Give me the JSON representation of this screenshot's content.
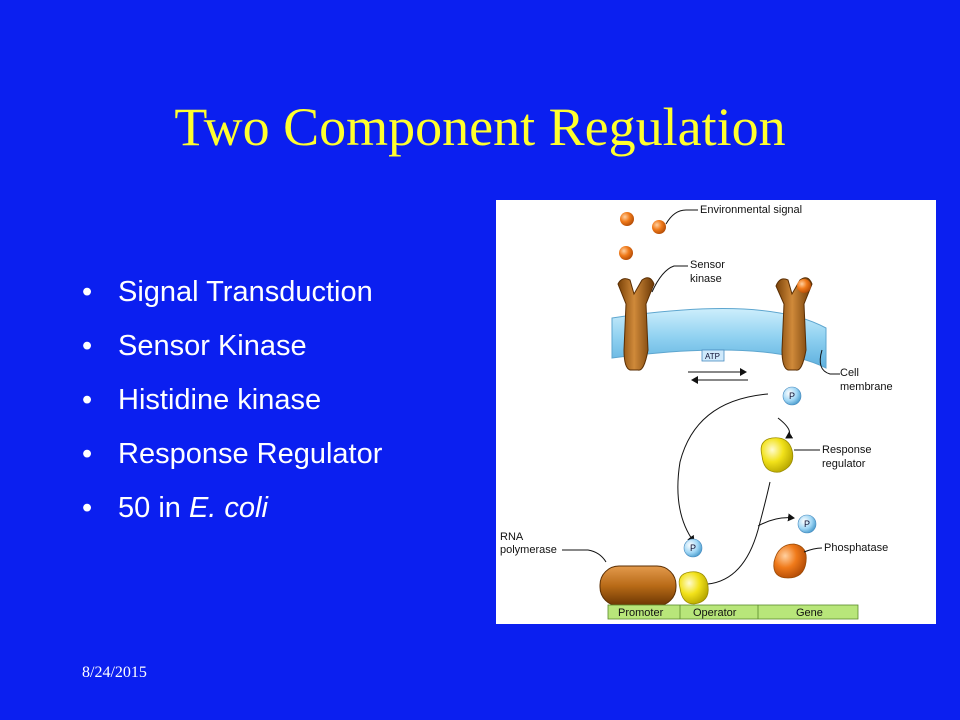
{
  "slide": {
    "title": "Two Component Regulation",
    "date": "8/24/2015",
    "bullets": [
      {
        "text": "Signal Transduction"
      },
      {
        "text": "Sensor Kinase"
      },
      {
        "text": "Histidine kinase"
      },
      {
        "text": "Response Regulator"
      },
      {
        "text_plain": "50 in ",
        "text_italic": "E. coli"
      }
    ],
    "bullet_glyph": "•"
  },
  "figure": {
    "labels": {
      "environmental_signal": "Environmental signal",
      "sensor_kinase_1": "Sensor",
      "sensor_kinase_2": "kinase",
      "atp": "ATP",
      "cell_membrane_1": "Cell",
      "cell_membrane_2": "membrane",
      "response_regulator_1": "Response",
      "response_regulator_2": "regulator",
      "rna_polymerase_1": "RNA",
      "rna_polymerase_2": "polymerase",
      "phosphatase": "Phosphatase",
      "phosphate": "P"
    },
    "gene_segments": [
      "Promoter",
      "Operator",
      "Gene"
    ],
    "colors": {
      "background": "#0b1ff0",
      "title": "#ffff2e",
      "membrane": "#8ed0f0",
      "kinase": "#b86a17",
      "signal": "#f07a1a",
      "regulator": "#f2e21a",
      "phosphate": "#9fd6f5",
      "gene_bar": "#b8e67a"
    }
  }
}
